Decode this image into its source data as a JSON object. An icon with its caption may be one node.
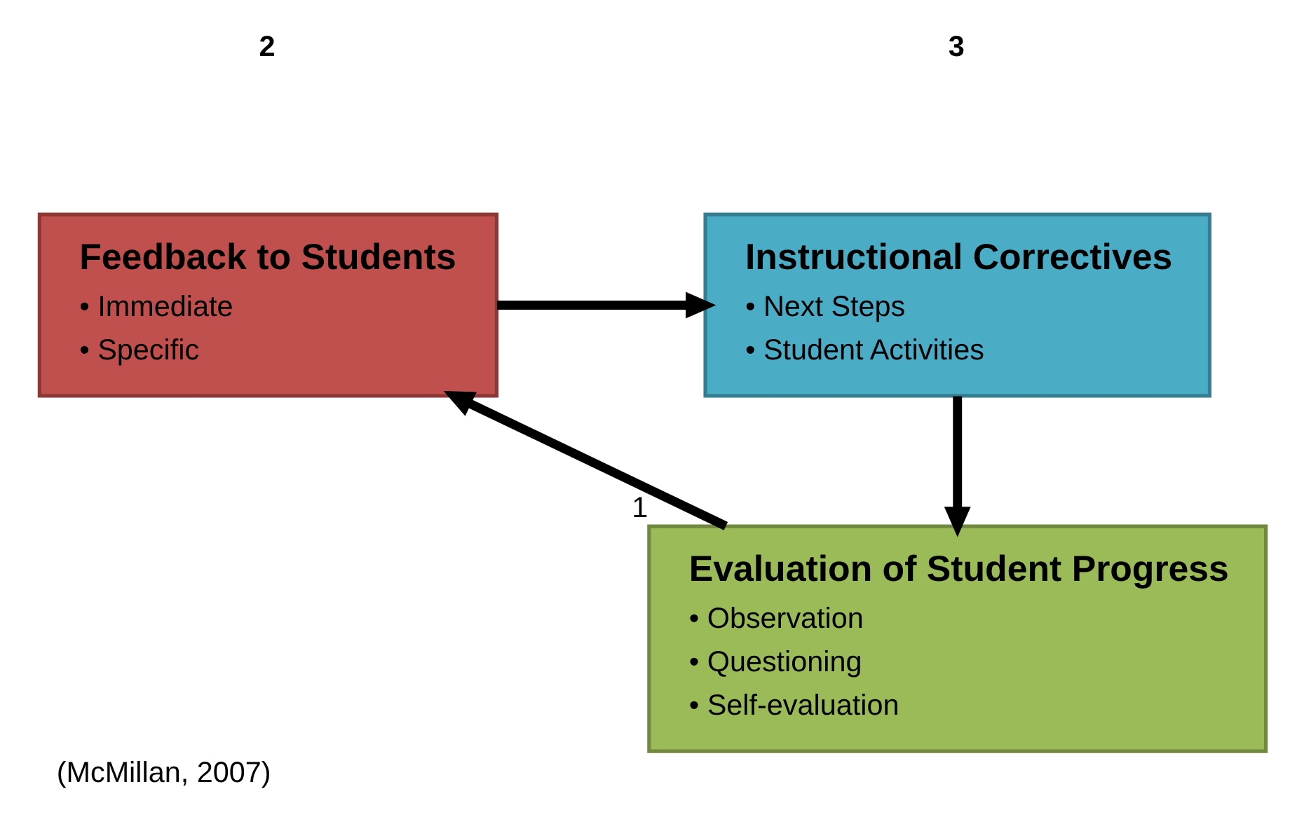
{
  "diagram": {
    "caption": "(McMillan, 2007)",
    "nodes": [
      {
        "text": [
          "Feedback to Students",
          "• Immediate",
          "• Specific"
        ]
      },
      {
        "text": [
          "Instructional Correctives",
          "• Next Steps",
          "• Student Activities"
        ]
      },
      {
        "text": [
          "Evaluation of Student Progress",
          "• Observation",
          "• Questioning",
          "• Self-evaluation"
        ],
        "beside": [
          "1"
        ]
      }
    ],
    "edges": [
      {
        "from": 0,
        "to": 1,
        "arrow": "to"
      },
      {
        "from": 1,
        "to": 2,
        "arrow": "to"
      },
      {
        "from": 2,
        "to": 0,
        "arrow": "to"
      }
    ],
    "labels": [
      "2",
      "3"
    ]
  }
}
